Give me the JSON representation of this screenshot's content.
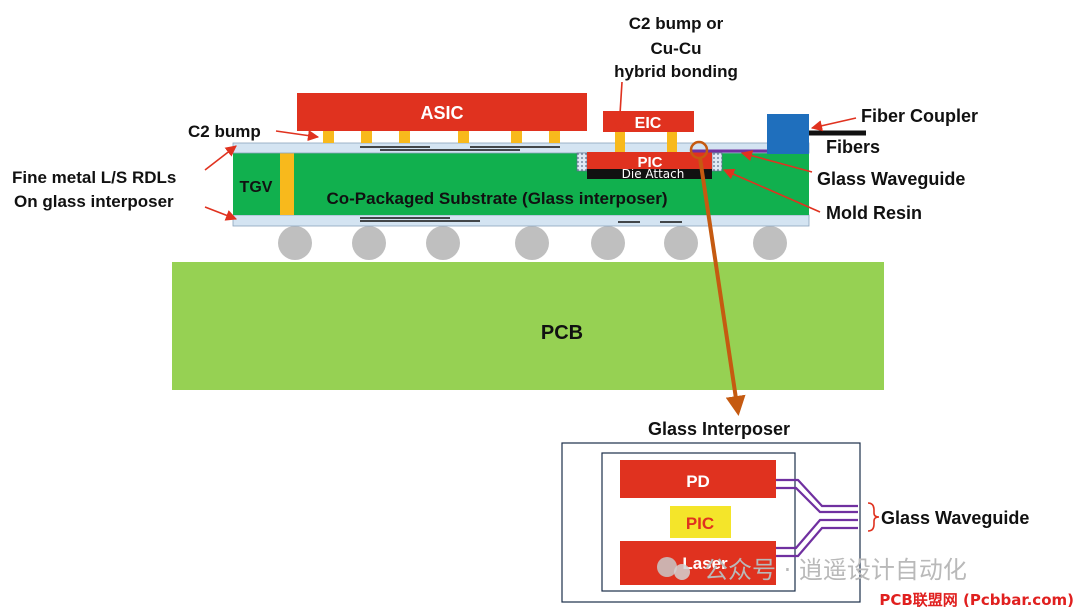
{
  "labels": {
    "c2_bump_or": "C2 bump or",
    "cu_cu": "Cu-Cu",
    "hybrid_bonding": "hybrid bonding",
    "asic": "ASIC",
    "eic": "EIC",
    "pic": "PIC",
    "die_attach": "Die Attach",
    "c2_bump": "C2 bump",
    "fine_metal": "Fine metal L/S RDLs",
    "on_glass": "On glass interposer",
    "tgv": "TGV",
    "substrate": "Co-Packaged Substrate (Glass interposer)",
    "fiber_coupler": "Fiber Coupler",
    "fibers": "Fibers",
    "glass_waveguide": "Glass Waveguide",
    "mold_resin": "Mold Resin",
    "pcb": "PCB",
    "glass_interposer": "Glass Interposer",
    "pd": "PD",
    "detail_pic": "PIC",
    "laser": "Laser",
    "detail_glass_waveguide": "Glass Waveguide"
  },
  "watermark": {
    "wechat": "公众号 · 逍遥设计自动化",
    "brand": "PCB联盟网 (Pcbbar.com)"
  },
  "colors": {
    "die_red": "#e0321f",
    "substrate_green": "#11b04e",
    "pcb_green": "#96d153",
    "bump_yellow": "#f8b91c",
    "waveguide_purple": "#7030a0",
    "coupler_blue": "#1f6fbd",
    "zoom_arrow": "#c55a11",
    "ball_gray": "#bfbfbf",
    "glass_blue": "#d4e4f2"
  }
}
